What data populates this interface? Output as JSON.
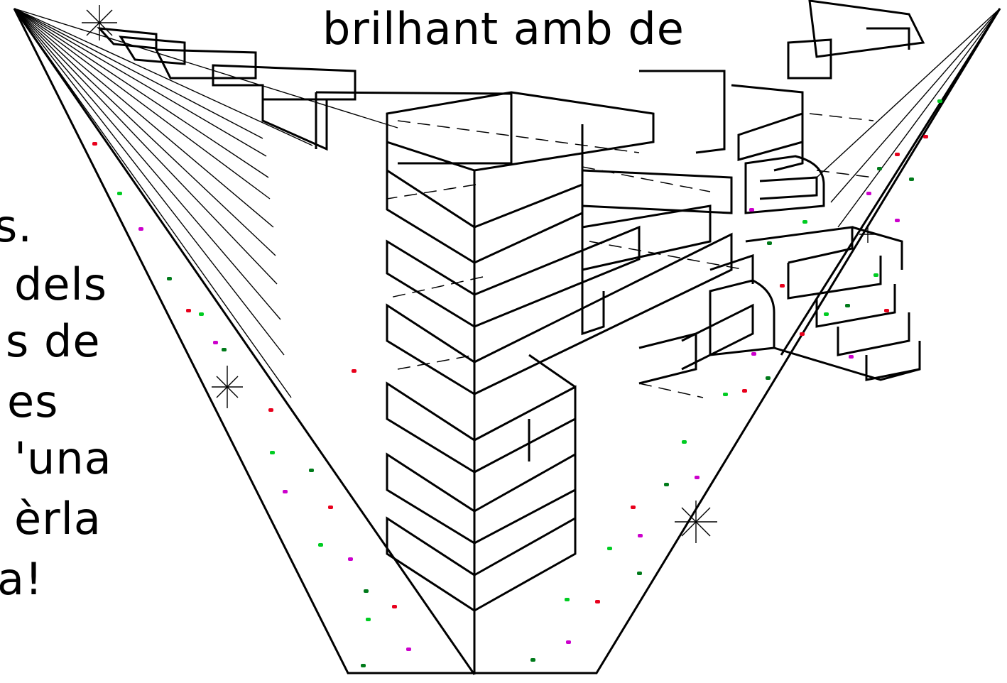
{
  "header": {
    "text": "brilhant amb de"
  },
  "left_text_lines": [
    "s.",
    "dels",
    "s de",
    "es",
    "'una",
    "èrla",
    "a!"
  ],
  "colors": {
    "dots": [
      "#e8001c",
      "#00cc22",
      "#cc00cc",
      "#007a1a"
    ]
  }
}
